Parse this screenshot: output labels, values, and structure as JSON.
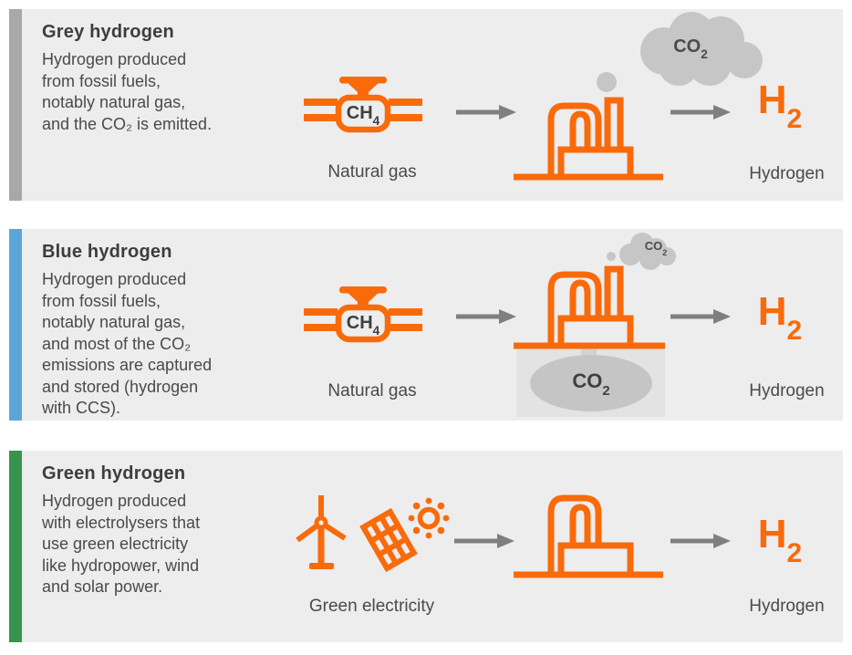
{
  "colors": {
    "orange": "#F96A0A",
    "arrow": "#7F7F7F",
    "cloud": "#C6C6C6",
    "panel_bg": "#EDEDEE",
    "bar_grey": "#A8A8A8",
    "bar_blue": "#5BA6D9",
    "bar_green": "#35954F",
    "title_text": "#3D3D3D",
    "body_text": "#4A4A4A",
    "storage_rect": "#E3E3E4",
    "storage_pipe": "#D2D2D2",
    "storage_blob": "#C5C5C5"
  },
  "panels": [
    {
      "name": "grey-hydrogen",
      "accent": "#A8A8A8",
      "title": "Grey hydrogen",
      "description": "Hydrogen produced\nfrom fossil fuels,\nnotably natural gas,\nand the CO₂ is emitted.",
      "input_label": "Natural gas",
      "output_label": "Hydrogen",
      "input_formula": {
        "base": "CH",
        "sub": "4"
      },
      "emission_formula": {
        "base": "CO",
        "sub": "2"
      },
      "output_formula": {
        "base": "H",
        "sub": "2"
      }
    },
    {
      "name": "blue-hydrogen",
      "accent": "#5BA6D9",
      "title": "Blue hydrogen",
      "description": "Hydrogen produced\nfrom fossil fuels,\nnotably natural gas,\nand most of the CO₂\nemissions are captured\nand stored (hydrogen\nwith CCS).",
      "input_label": "Natural gas",
      "output_label": "Hydrogen",
      "input_formula": {
        "base": "CH",
        "sub": "4"
      },
      "emission_formula": {
        "base": "CO",
        "sub": "2"
      },
      "storage_formula": {
        "base": "CO",
        "sub": "2"
      },
      "output_formula": {
        "base": "H",
        "sub": "2"
      }
    },
    {
      "name": "green-hydrogen",
      "accent": "#35954F",
      "title": "Green hydrogen",
      "description": "Hydrogen produced\nwith electrolysers that\nuse green electricity\nlike hydropower, wind\nand solar power.",
      "input_label": "Green electricity",
      "output_label": "Hydrogen",
      "output_formula": {
        "base": "H",
        "sub": "2"
      }
    }
  ]
}
